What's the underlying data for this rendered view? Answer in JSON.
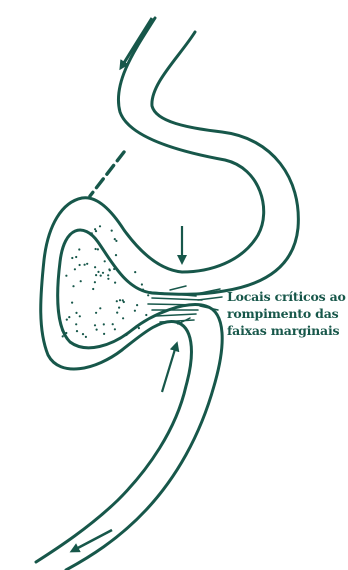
{
  "colors": {
    "stroke": "#17574a",
    "dots": "#17574a",
    "background": "#ffffff"
  },
  "annotation": {
    "lines": [
      "Locais críticos ao",
      "rompimento das",
      "faixas marginais"
    ]
  }
}
